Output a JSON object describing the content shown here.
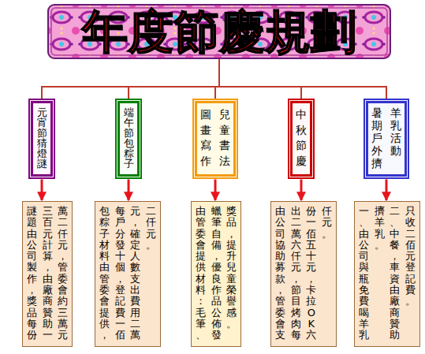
{
  "diagram": {
    "nodes": [
      {
        "text": [
          "年度節慶規劃"
        ]
      },
      {
        "text": [
          "元宵節猜燈謎"
        ]
      },
      {
        "text": [
          "端午節包粽子"
        ]
      },
      {
        "text": [
          "圖畫寫作兒童書法"
        ]
      },
      {
        "text": [
          "中秋節慶"
        ]
      },
      {
        "text": [
          "暑期戶外擠羊乳活動"
        ]
      },
      {
        "text": [
          "謎題由公司製作，獎品每份三百元計算，由廠商贊助一萬二仟元，管委會約三萬元"
        ]
      },
      {
        "text": [
          "包粽子材料由管委會提供，每戶分發十個，登記費一佰元，確定人數支出費用二萬二仟元。"
        ]
      },
      {
        "text": [
          "由管委會提供材料：毛筆、蠟筆自備，優良作品公佈發獎品，提升兒童榮譽感。"
        ]
      },
      {
        "text": [
          "由公司協助募款，管委會支出二萬六仟元，節目烤肉每份一佰五十元，卡拉OK六仟元。"
        ]
      },
      {
        "text": [
          "一、由公司與瓶免費喝羊乳擠羊乳。",
          "二、中餐，車資由廠商贊助只收二佰元登記費。"
        ]
      }
    ],
    "edges": [
      {
        "from": 0,
        "to": 1,
        "arrow": "none"
      },
      {
        "from": 0,
        "to": 2,
        "arrow": "none"
      },
      {
        "from": 0,
        "to": 3,
        "arrow": "none"
      },
      {
        "from": 0,
        "to": 4,
        "arrow": "none"
      },
      {
        "from": 0,
        "to": 5,
        "arrow": "none"
      },
      {
        "from": 1,
        "to": 6,
        "arrow": "to"
      },
      {
        "from": 2,
        "to": 7,
        "arrow": "to"
      },
      {
        "from": 3,
        "to": 8,
        "arrow": "to"
      },
      {
        "from": 4,
        "to": 9,
        "arrow": "to"
      },
      {
        "from": 5,
        "to": 10,
        "arrow": "to"
      }
    ]
  }
}
